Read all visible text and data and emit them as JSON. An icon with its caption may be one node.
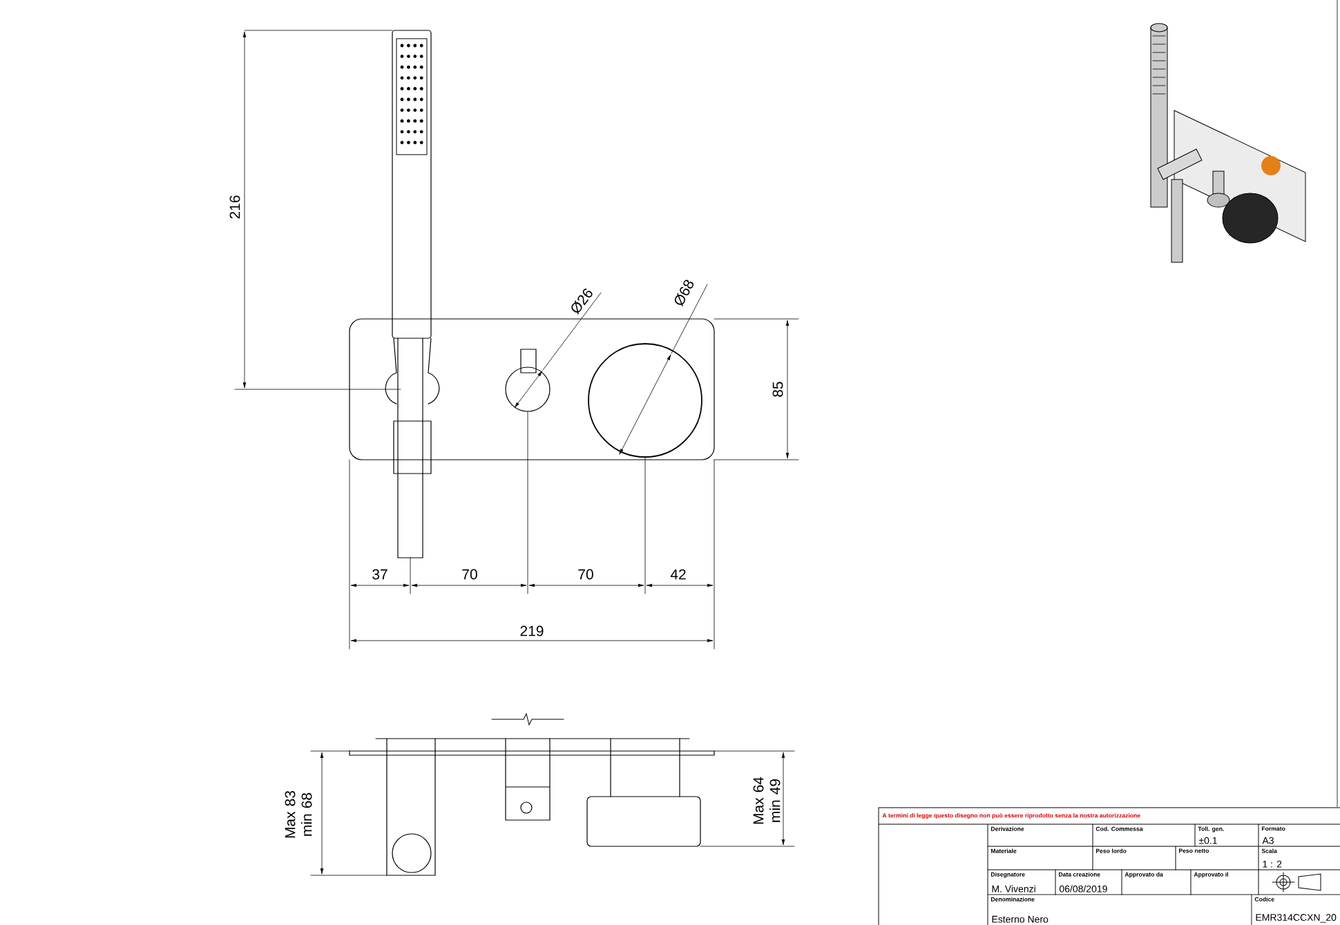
{
  "diagram": {
    "labels": [
      "216",
      "Ø26",
      "Ø68",
      "85",
      "37",
      "70",
      "70",
      "42",
      "219",
      "Max 83 min 68",
      "Max 64 min 49",
      "A termini di legge questo disegno non può essere riprodotto senza la nostra autorizzazione",
      "Derivazione",
      "Cod. Commessa",
      "Toll. gen.",
      "±0.1",
      "Formato",
      "A3",
      "Materiale",
      "Peso lordo",
      "Peso netto",
      "Scala",
      "1 : 2",
      "Disegnatore",
      "M. Vivenzi",
      "Data creazione",
      "06/08/2019",
      "Approvato da",
      "Approvato il",
      "Denominazione",
      "Esterno Nero",
      "Codice",
      "EMR314CCXN_20"
    ]
  }
}
